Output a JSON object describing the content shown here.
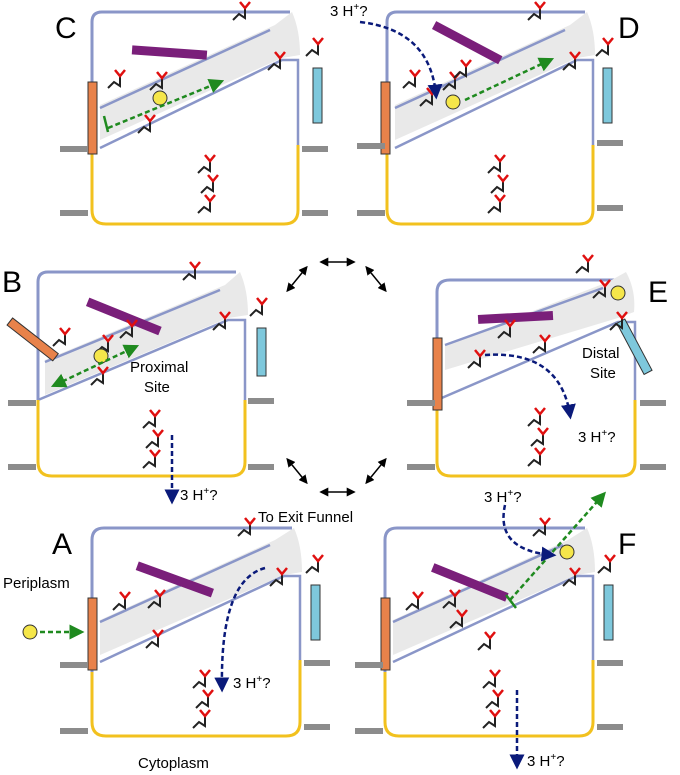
{
  "panels": {
    "A": {
      "letter": "A"
    },
    "B": {
      "letter": "B"
    },
    "C": {
      "letter": "C"
    },
    "D": {
      "letter": "D"
    },
    "E": {
      "letter": "E"
    },
    "F": {
      "letter": "F"
    }
  },
  "labels": {
    "proton": "3 H",
    "proton_sup": "+",
    "proton_q": "?",
    "proximal_line1": "Proximal",
    "proximal_line2": "Site",
    "distal_line1": "Distal",
    "distal_line2": "Site",
    "exit_funnel": "To Exit Funnel",
    "periplasm": "Periplasm",
    "cytoplasm": "Cytoplasm"
  },
  "colors": {
    "membrane_top": "#8a96c8",
    "membrane_bottom": "#f2c11e",
    "channel_fill": "#e9e9e9",
    "lateral_gate": "#e8824a",
    "exit_gate": "#7ec8dc",
    "lipid": "#8c8c8c",
    "helix": "#7a1f7a",
    "residue_red": "#e01010",
    "substrate": "#f5e64a",
    "proton_arrow": "#0a1a7a",
    "substrate_arrow": "#1f8a1f"
  }
}
